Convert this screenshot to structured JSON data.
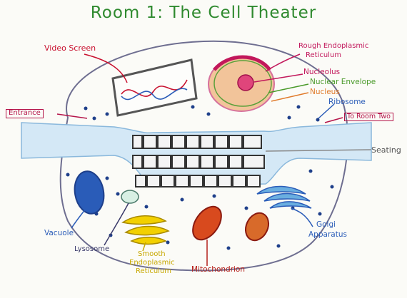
{
  "title": "Room 1:  The Cell Theater",
  "labels": {
    "video_screen": "Video Screen",
    "rough_er": "Rough Endoplasmic",
    "rough_er_2": "Reticulum",
    "nucleolus": "Nucleolus",
    "nuclear_envelope": "Nuclear Envelope",
    "nucleus": "Nucleus",
    "ribosome": "Ribosome",
    "entrance": "Entrance",
    "to_room_two": "To Room Two",
    "seating": "Seating",
    "vacuole": "Vacuole",
    "lysosome": "Lysosome",
    "smooth_er_1": "Smooth",
    "smooth_er_2": "Endoplasmic",
    "smooth_er_3": "Reticulum",
    "mitochondrion": "Mitochondrion",
    "golgi_1": "Golgi",
    "golgi_2": "Apparatus"
  },
  "colors": {
    "title": "#2f8a2f",
    "video_screen": "#c8102e",
    "rough_er": "#c2185b",
    "nucleolus": "#c2185b",
    "nuclear_envelope": "#4a9a2a",
    "nucleus": "#e07a2a",
    "ribosome": "#2a5cb8",
    "entrance": "#b5154a",
    "to_room_two": "#b5154a",
    "seating": "#555555",
    "vacuole": "#2a5cb8",
    "lysosome": "#3a3a6a",
    "smooth_er": "#c8a800",
    "mitochondrion": "#b5201a",
    "golgi": "#2a5cb8"
  }
}
